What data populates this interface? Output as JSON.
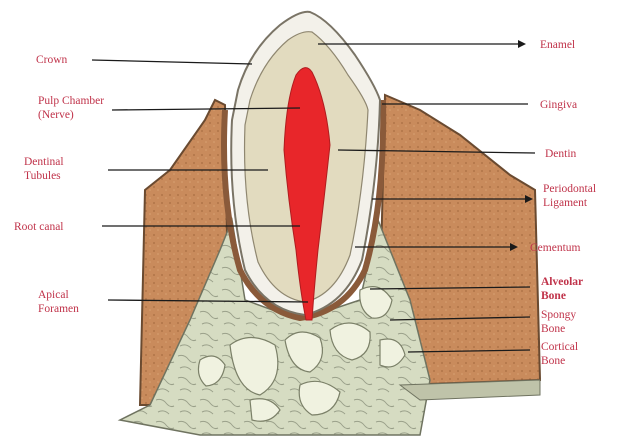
{
  "labels": {
    "crown": "Crown",
    "pulp_chamber_line1": "Pulp Chamber",
    "pulp_chamber_line2": "(Nerve)",
    "dentinal_tubules_line1": "Dentinal",
    "dentinal_tubules_line2": "Tubules",
    "root_canal": "Root canal",
    "apical_foramen_line1": "Apical",
    "apical_foramen_line2": "Foramen",
    "enamel": "Enamel",
    "gingiva": "Gingiva",
    "dentin": "Dentin",
    "periodontal_ligament_line1": "Periodontal",
    "periodontal_ligament_line2": "Ligament",
    "cementum": "Cementum",
    "alveolar_bone_line1": "Alveolar",
    "alveolar_bone_line2": "Bone",
    "spongy_bone_line1": "Spongy",
    "spongy_bone_line2": "Bone",
    "cortical_bone_line1": "Cortical",
    "cortical_bone_line2": "Bone"
  },
  "colors": {
    "label_text": "#c0334a",
    "enamel": "#f2f0ea",
    "dentin": "#e3dcc2",
    "pulp": "#e8262a",
    "gingiva": "#c98b5c",
    "bone": "#d8ddc5",
    "spongy_bone": "#eef0dd",
    "leader": "#1a1a1a"
  }
}
